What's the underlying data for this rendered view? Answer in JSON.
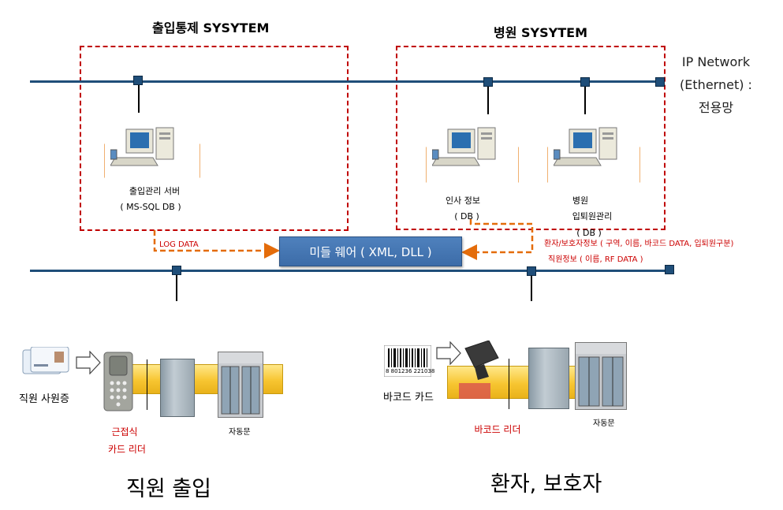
{
  "access_system": {
    "title": "출입통제 SYSYTEM",
    "server_label": "출입관리 서버",
    "server_db": "( MS-SQL DB )"
  },
  "hospital_system": {
    "title": "병원 SYSYTEM",
    "hr_label": "인사 정보",
    "hr_db": "(  DB )",
    "admission_label_1": "병원",
    "admission_label_2": "입퇴원관리",
    "admission_db": "( DB )"
  },
  "network": {
    "line1": "IP Network",
    "line2": "(Ethernet) :",
    "line3": "전용망"
  },
  "middleware": {
    "label": "미들 웨어 ( XML, DLL )",
    "log_data": "LOG DATA",
    "patient_info": "환자/보호자정보 ( 구역, 이름, 바코드 DATA, 입퇴원구분)",
    "staff_info": "직원정보 ( 이름, RF DATA )"
  },
  "staff_side": {
    "card_label": "직원 사원증",
    "reader_label_1": "근접식",
    "reader_label_2": "카드 리더",
    "door_label": "자동문",
    "title": "직원 출입"
  },
  "patient_side": {
    "card_label": "바코드 카드",
    "barcode_digits": "8 801236 221038",
    "reader_label": "바코드 리더",
    "door_label": "자동문",
    "title": "환자, 보호자"
  },
  "colors": {
    "network_line": "#1f4e79",
    "dashed_box": "#c00000",
    "arrow": "#e46c0a",
    "middleware": "#4f81bd"
  }
}
